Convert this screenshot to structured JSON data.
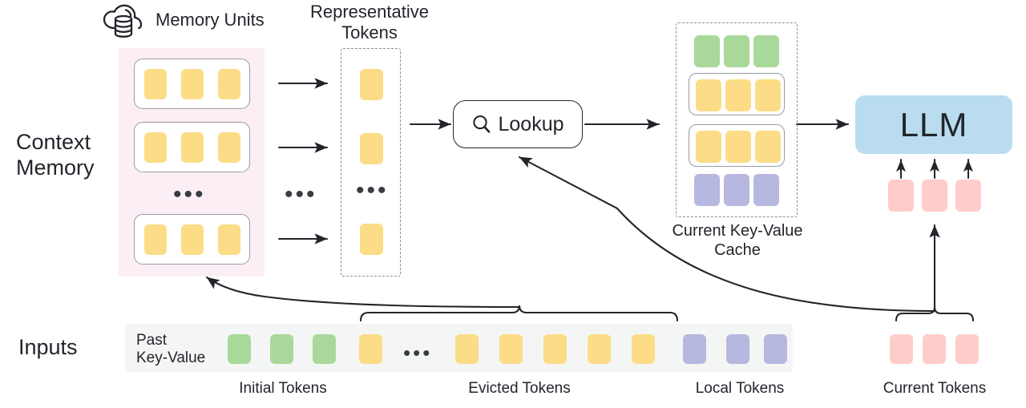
{
  "diagram": {
    "title": "Context Memory LLM KV-cache lookup architecture",
    "row_labels": {
      "context_memory": "Context\nMemory",
      "inputs": "Inputs"
    },
    "headers": {
      "memory_units": "Memory Units",
      "representative_tokens": "Representative\nTokens",
      "current_kv_cache": "Current Key-Value\nCache"
    },
    "nodes": {
      "lookup": "Lookup",
      "llm": "LLM"
    },
    "inputs_band": {
      "past_key_value": "Past\nKey-Value"
    },
    "captions": {
      "initial_tokens": "Initial Tokens",
      "evicted_tokens": "Evicted Tokens",
      "local_tokens": "Local Tokens",
      "current_tokens": "Current Tokens"
    },
    "ellipsis": "•••",
    "icons": {
      "memory": "cloud-database-icon",
      "search": "magnifier-icon"
    },
    "colors": {
      "yellow": "#FCDC86",
      "green": "#A8D99A",
      "purple": "#B7B8E0",
      "pink_token": "#FFCCCC",
      "llm_blue": "#B9DCEF",
      "memory_bg": "#FBEEF5",
      "inputs_bg": "#F4F6F5",
      "stroke": "#23252C",
      "dashed": "#8D8D95"
    },
    "memory_units": {
      "unit_count_shown": 3,
      "tokens_per_unit": 3,
      "token_color": "yellow"
    },
    "representative_tokens": {
      "count_shown": 3,
      "token_color": "yellow"
    },
    "kv_cache_rows": [
      {
        "name": "initial",
        "color": "green",
        "count": 3,
        "boxed": false
      },
      {
        "name": "retrieved-a",
        "color": "yellow",
        "count": 3,
        "boxed": true
      },
      {
        "name": "retrieved-b",
        "color": "yellow",
        "count": 3,
        "boxed": true
      },
      {
        "name": "local",
        "color": "purple",
        "count": 3,
        "boxed": false
      }
    ],
    "input_sequence": [
      {
        "group": "initial",
        "color": "green",
        "count": 3
      },
      {
        "group": "evicted-head",
        "color": "yellow",
        "count": 1
      },
      {
        "group": "gap",
        "color": "ellipsis",
        "count": 1
      },
      {
        "group": "evicted-tail",
        "color": "yellow",
        "count": 5
      },
      {
        "group": "local",
        "color": "purple",
        "count": 3
      }
    ],
    "current_tokens": {
      "color": "pink_token",
      "count": 3
    },
    "llm_input_arrows": 3
  }
}
